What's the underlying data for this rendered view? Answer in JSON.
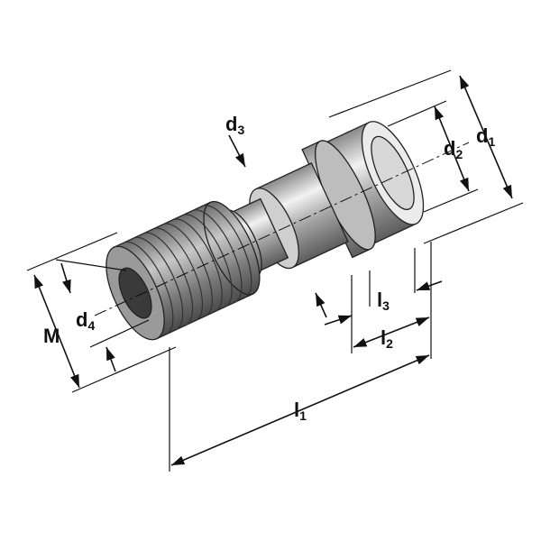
{
  "title": "Pull stud dimension drawing",
  "labels": {
    "d3": {
      "main": "d",
      "sub": "3"
    },
    "d2": {
      "main": "d",
      "sub": "2"
    },
    "d1": {
      "main": "d",
      "sub": "1"
    },
    "M": {
      "main": "M"
    },
    "d4": {
      "main": "d",
      "sub": "4"
    },
    "l3": {
      "main": "l",
      "sub": "3"
    },
    "l2": {
      "main": "l",
      "sub": "2"
    },
    "l1": {
      "main": "l",
      "sub": "1"
    }
  },
  "colors": {
    "metal_dark": "#6e6e6e",
    "metal_mid": "#a8a8a8",
    "metal_light": "#e6e6e6",
    "line": "#111111"
  }
}
